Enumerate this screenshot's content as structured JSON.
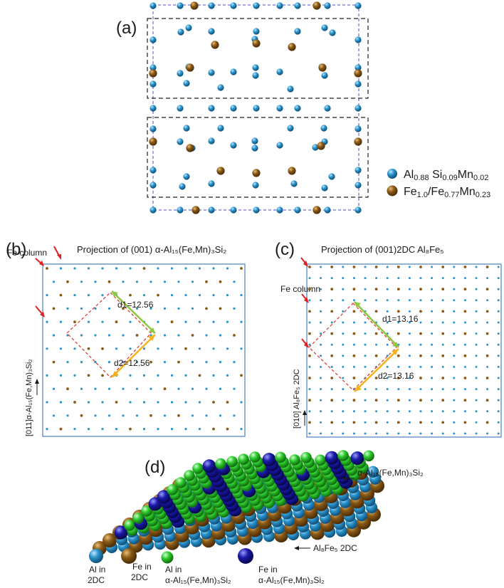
{
  "panel_a": {
    "label": "(a)",
    "legend": [
      {
        "base1": "Al",
        "sub1": "0.88",
        "base2": " Si",
        "sub2": "0.09",
        "base3": "Mn",
        "sub3": "0.02"
      },
      {
        "base1": "Fe",
        "sub1": "1.0",
        "base2": "/Fe",
        "sub2": "0.77",
        "base3": "Mn",
        "sub3": "0.23"
      }
    ]
  },
  "panel_b": {
    "label": "(b)",
    "title": "Projection of (001) α-Al₁₅(Fe,Mn)₃Si₂",
    "fe_column": "Fe column",
    "d1": "d1=12.56",
    "d2": "d2=12.56",
    "axis": "[011]α-Al₁₅(Fe,Mn)₃Si₂"
  },
  "panel_c": {
    "label": "(c)",
    "title": "Projection of (001)2DC Al₈Fe₅",
    "fe_column": "Fe column",
    "d1": "d1=13.16",
    "d2": "d2=13.16",
    "axis": "[010] Al₈Fe₅ 2DC"
  },
  "panel_d": {
    "label": "(d)",
    "top_label": "α-Al₁₅(Fe,Mn)₃Si₂",
    "bottom_label": "Al₈Fe₅ 2DC",
    "legend": [
      {
        "line1": "Al in",
        "line2": "2DC"
      },
      {
        "line1": "Fe in",
        "line2": "2DC"
      },
      {
        "line1": "Al in",
        "line2": "α-Al₁₅(Fe,Mn)₃Si₂"
      },
      {
        "line1": "Fe in",
        "line2": "α-Al₁₅(Fe,Mn)₃Si₂"
      }
    ]
  },
  "colors": {
    "al_blue": "#2a94cc",
    "fe_brown": "#8b5a16",
    "green": "#2ecc2e",
    "navy": "#1a1aa8",
    "frame_blue": "#4a7fbf",
    "dash_red": "#d9342b",
    "arrow_green": "#8dc63f",
    "arrow_orange": "#f6b21a",
    "arrow_red": "#e02020"
  }
}
